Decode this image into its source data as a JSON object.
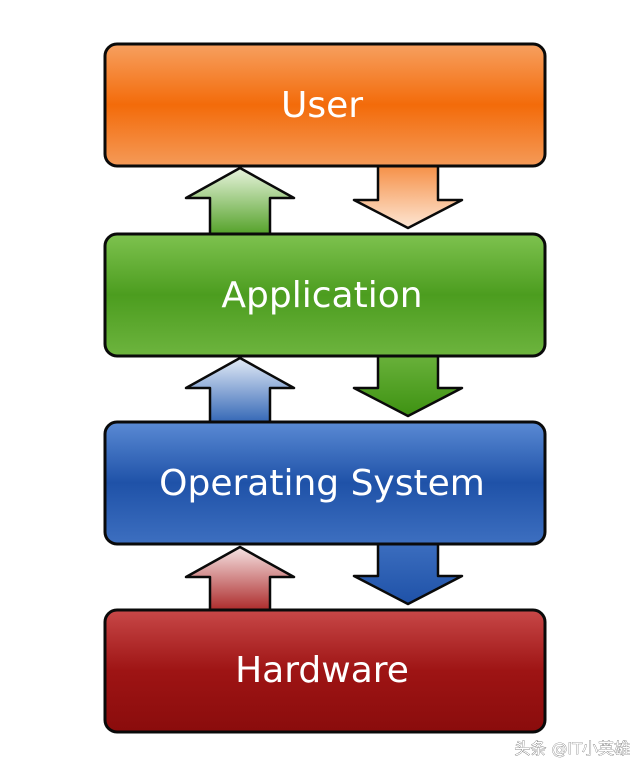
{
  "layers": [
    {
      "label": "User",
      "color": "#f07828"
    },
    {
      "label": "Application",
      "color": "#5aa82e"
    },
    {
      "label": "Operating System",
      "color": "#2d62b4"
    },
    {
      "label": "Hardware",
      "color": "#a82020"
    }
  ],
  "watermark": "头条 @IT小英雄"
}
